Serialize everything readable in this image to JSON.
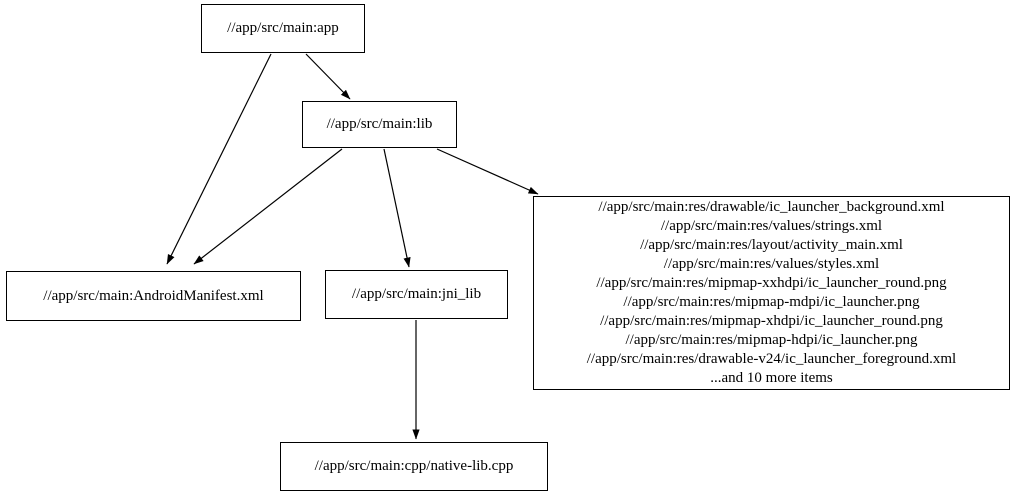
{
  "graph": {
    "title": "bazel-dependency-graph",
    "colors": {
      "background": "#ffffff",
      "node_border": "#000000",
      "node_fill": "#ffffff",
      "edge": "#000000",
      "text": "#000000"
    },
    "nodes": {
      "app": {
        "label": "//app/src/main:app"
      },
      "lib": {
        "label": "//app/src/main:lib"
      },
      "manifest": {
        "label": "//app/src/main:AndroidManifest.xml"
      },
      "jni_lib": {
        "label": "//app/src/main:jni_lib"
      },
      "native": {
        "label": "//app/src/main:cpp/native-lib.cpp"
      },
      "res": {
        "lines": [
          "//app/src/main:res/drawable/ic_launcher_background.xml",
          "//app/src/main:res/values/strings.xml",
          "//app/src/main:res/layout/activity_main.xml",
          "//app/src/main:res/values/styles.xml",
          "//app/src/main:res/mipmap-xxhdpi/ic_launcher_round.png",
          "//app/src/main:res/mipmap-mdpi/ic_launcher.png",
          "//app/src/main:res/mipmap-xhdpi/ic_launcher_round.png",
          "//app/src/main:res/mipmap-hdpi/ic_launcher.png",
          "//app/src/main:res/drawable-v24/ic_launcher_foreground.xml",
          "...and 10 more items"
        ]
      }
    },
    "edges": [
      {
        "from": "app",
        "to": "manifest"
      },
      {
        "from": "app",
        "to": "lib"
      },
      {
        "from": "lib",
        "to": "manifest"
      },
      {
        "from": "lib",
        "to": "jni_lib"
      },
      {
        "from": "lib",
        "to": "res"
      },
      {
        "from": "jni_lib",
        "to": "native"
      }
    ]
  }
}
